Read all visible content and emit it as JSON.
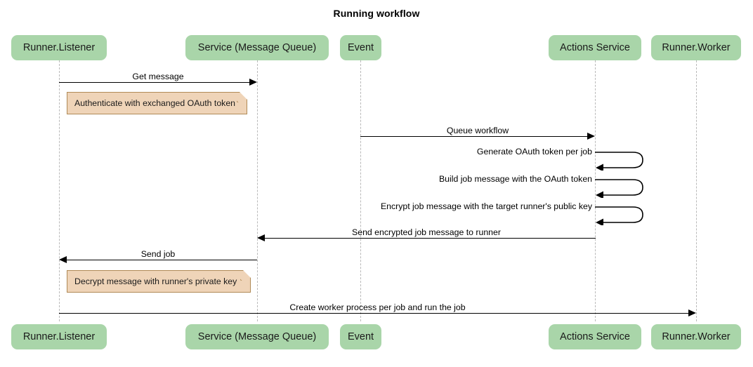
{
  "diagram": {
    "type": "sequence-diagram",
    "title": "Running workflow",
    "colors": {
      "participant_fill": "#a9d5a9",
      "note_fill": "#efd4b8",
      "note_border": "#b08a56",
      "lifeline": "#b9b9b9",
      "arrow": "#000000",
      "background": "#ffffff"
    },
    "participants": [
      {
        "id": "runner-listener",
        "label": "Runner.Listener"
      },
      {
        "id": "service-message-queue",
        "label": "Service (Message Queue)"
      },
      {
        "id": "event",
        "label": "Event"
      },
      {
        "id": "actions-service",
        "label": "Actions Service"
      },
      {
        "id": "runner-worker",
        "label": "Runner.Worker"
      }
    ],
    "messages": [
      {
        "id": "get-message",
        "label": "Get message",
        "from": "runner-listener",
        "to": "service-message-queue",
        "direction": "right",
        "kind": "arrow"
      },
      {
        "id": "queue-workflow",
        "label": "Queue workflow",
        "from": "event",
        "to": "actions-service",
        "direction": "right",
        "kind": "arrow"
      },
      {
        "id": "generate-oauth-token-per-job",
        "label": "Generate OAuth token per job",
        "from": "actions-service",
        "to": "actions-service",
        "direction": "self",
        "kind": "self-loop"
      },
      {
        "id": "build-job-message-with-the-oauth-token",
        "label": "Build job message with the OAuth token",
        "from": "actions-service",
        "to": "actions-service",
        "direction": "self",
        "kind": "self-loop"
      },
      {
        "id": "encrypt-job-message-with-the-target-runners-public-key",
        "label": "Encrypt job message with the target runner's public key",
        "from": "actions-service",
        "to": "actions-service",
        "direction": "self",
        "kind": "self-loop"
      },
      {
        "id": "send-encrypted-job-message-to-runner",
        "label": "Send encrypted job message to runner",
        "from": "actions-service",
        "to": "service-message-queue",
        "direction": "left",
        "kind": "arrow"
      },
      {
        "id": "send-job",
        "label": "Send job",
        "from": "service-message-queue",
        "to": "runner-listener",
        "direction": "left",
        "kind": "arrow"
      },
      {
        "id": "create-worker-process-per-job-and-run-the-job",
        "label": "Create worker process per job and run the job",
        "from": "runner-listener",
        "to": "runner-worker",
        "direction": "right",
        "kind": "arrow"
      }
    ],
    "notes": [
      {
        "id": "authenticate-note",
        "label": "Authenticate with exchanged OAuth token",
        "over": "runner-listener"
      },
      {
        "id": "decrypt-note",
        "label": "Decrypt message with runner's private key",
        "over": "runner-listener"
      }
    ]
  }
}
